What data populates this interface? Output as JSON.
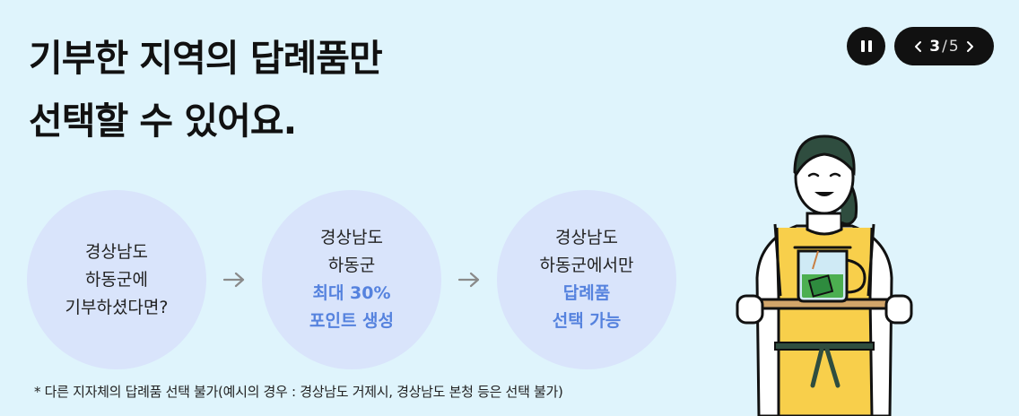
{
  "headline": {
    "line1": "기부한 지역의 답례품만",
    "line2": "선택할 수 있어요."
  },
  "controls": {
    "current": "3",
    "separator": "/",
    "total": "5"
  },
  "steps": [
    {
      "lines": [
        "경상남도",
        "하동군에",
        "기부하셨다면?"
      ]
    },
    {
      "lines": [
        "경상남도",
        "하동군"
      ],
      "highlight": [
        "최대 30%",
        "포인트 생성"
      ]
    },
    {
      "lines": [
        "경상남도",
        "하동군에서만"
      ],
      "highlight": [
        "답례품",
        "선택 가능"
      ]
    }
  ],
  "note": "* 다른 지자체의 답례품 선택 불가(예시의 경우 : 경상남도 거제시, 경상남도 본청 등은 선택 불가)",
  "colors": {
    "background": "#dff4fc",
    "circle": "#d9e4fb",
    "highlight": "#5582de",
    "apron": "#f8cf4b"
  },
  "icons": {
    "pause": "pause-icon",
    "prev": "chevron-left-icon",
    "next": "chevron-right-icon",
    "arrow": "arrow-right-icon"
  }
}
